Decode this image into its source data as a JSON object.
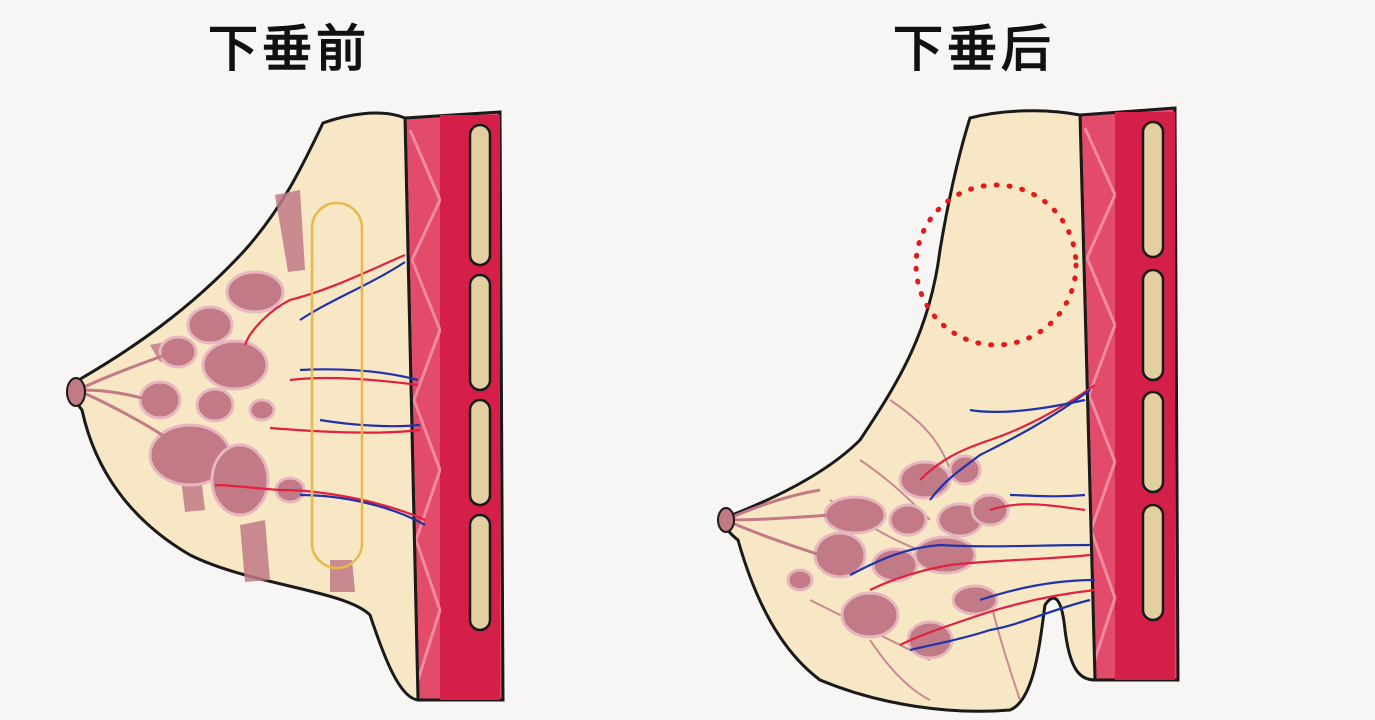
{
  "labels": {
    "before": "下垂前",
    "after": "下垂后"
  },
  "colors": {
    "background": "#f7f6f4",
    "fat": "#f8e7c4",
    "outline": "#1a1a1a",
    "gland": "#c17a86",
    "gland_light": "#d9a3ad",
    "muscle": "#e24c6a",
    "muscle_dark": "#d41f48",
    "rib": "#e3cf9f",
    "artery": "#e0213f",
    "vein": "#2233aa",
    "ligament": "#e8b84a",
    "highlight_circle": "#e41a1a"
  },
  "icons": {
    "before": "breast-cross-section-before-sagging",
    "after": "breast-cross-section-after-sagging"
  }
}
